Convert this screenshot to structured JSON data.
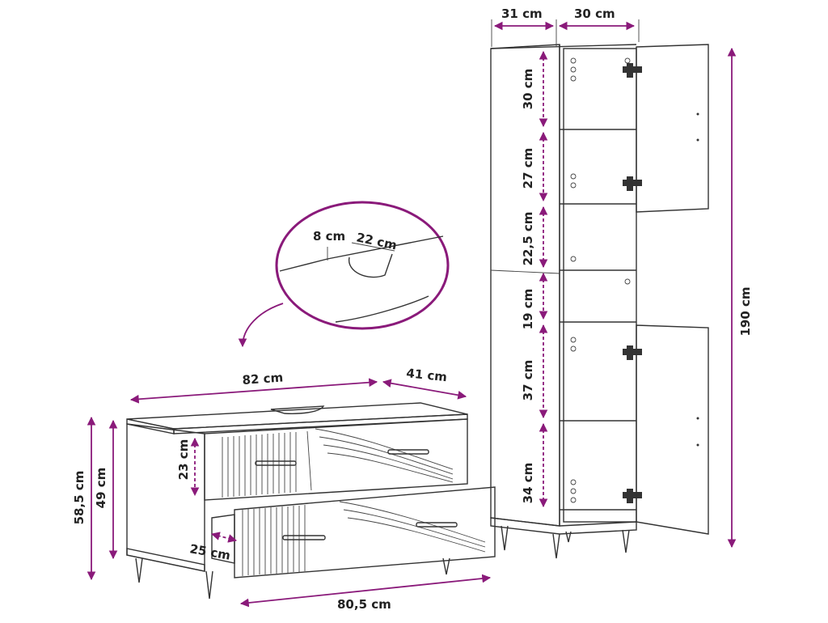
{
  "colors": {
    "accent": "#8a1a7a",
    "line": "#333333",
    "background": "#ffffff"
  },
  "labels": {
    "tall_depth": "31 cm",
    "tall_width": "30 cm",
    "tall_height": "190 cm",
    "shelf_1": "30 cm",
    "shelf_2": "27 cm",
    "shelf_3": "22,5 cm",
    "shelf_4": "19 cm",
    "shelf_5": "37 cm",
    "shelf_6": "34 cm",
    "cutout_depth": "8 cm",
    "cutout_width": "22 cm",
    "vanity_width": "82 cm",
    "vanity_depth": "41 cm",
    "vanity_total_height": "58,5 cm",
    "vanity_body_height": "49 cm",
    "drawer_height": "23 cm",
    "drawer_depth": "25 cm",
    "drawer_width": "80,5 cm"
  }
}
